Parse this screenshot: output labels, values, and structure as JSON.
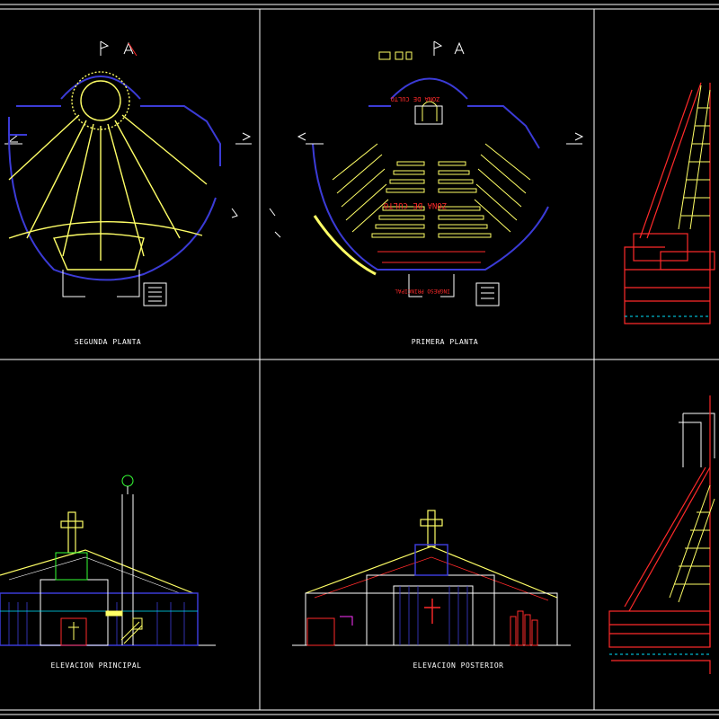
{
  "sheet": {
    "colors": {
      "background": "#000000",
      "frame": "#ffffff",
      "wall": "#3b3bd6",
      "structure": "#ffff66",
      "detail": "#ff2a2a",
      "annotation": "#ff2a2a",
      "accent_cyan": "#00e5ff",
      "accent_green": "#35ff35",
      "accent_magenta": "#ff33ff"
    },
    "panels": [
      {
        "id": "segunda-planta",
        "caption": "SEGUNDA  PLANTA"
      },
      {
        "id": "primera-planta",
        "caption": "PRIMERA  PLANTA",
        "labels": {
          "worship_zone": "ZONA DE CULTO",
          "altar_zone": "ZONA DE CULTO",
          "main_entrance": "INGRESO PRINCIPAL"
        }
      },
      {
        "id": "seccion-1",
        "caption": ""
      },
      {
        "id": "elevacion-principal",
        "caption": "ELEVACION  PRINCIPAL"
      },
      {
        "id": "elevacion-posterior",
        "caption": "ELEVACION  POSTERIOR"
      },
      {
        "id": "seccion-2",
        "caption": ""
      }
    ]
  }
}
